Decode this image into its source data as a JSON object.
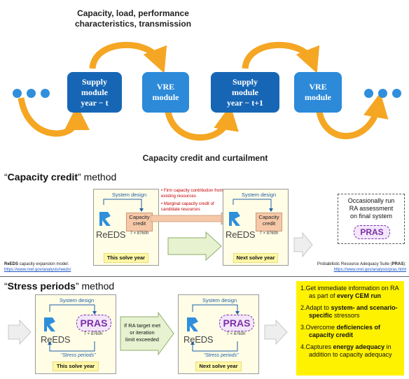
{
  "top": {
    "caption_top_line1": "Capacity, load, performance",
    "caption_top_line2": "characteristics, transmission",
    "caption_bottom": "Capacity credit and curtailment",
    "modules": [
      {
        "line1": "Supply",
        "line2": "module",
        "line3": "year − t"
      },
      {
        "line1": "VRE",
        "line2": "module"
      },
      {
        "line1": "Supply",
        "line2": "module",
        "line3": "year − t+1"
      },
      {
        "line1": "VRE",
        "line2": "module"
      }
    ]
  },
  "cc": {
    "heading_q1": "“",
    "heading_bold": "Capacity credit",
    "heading_rest": "” method",
    "system_design": "System design",
    "reeds": "ReEDS",
    "cc_label1": "Capacity",
    "cc_label2": "credit",
    "dims": "7 × 8760h",
    "this_year": "This solve year",
    "next_year": "Next solve year",
    "bullet1": "Firm capacity contribution from existing resources",
    "bullet2": "Marginal capacity credit of candidate resources",
    "occasional1": "Occasionally run",
    "occasional2": "RA assessment",
    "occasional3": "on final system",
    "pras": "PRAS",
    "reeds_note_bold": "ReEDS",
    "reeds_note_rest": " capacity expansion model:",
    "reeds_url": "https://www.nrel.gov/analysis/reeds/",
    "pras_note_rest": "Probabilistic Resource Adequacy Suite (",
    "pras_note_bold": "PRAS",
    "pras_note_end": "):",
    "pras_url": "https://www.nrel.gov/analysis/pras.html"
  },
  "sp": {
    "heading_q1": "“",
    "heading_bold": "Stress periods",
    "heading_rest": "” method",
    "system_design": "System design",
    "reeds": "ReEDS",
    "pras": "PRAS",
    "dims": "7 × 8760h",
    "stress": "“Stress periods”",
    "this_year": "This solve year",
    "next_year": "Next solve year",
    "arrow_text1": "If RA target met",
    "arrow_text2": "or iteration",
    "arrow_text3": "limit exceeded"
  },
  "benefits": [
    {
      "num": "1.",
      "a": "Get immediate information on RA as part of ",
      "b": "every CEM run",
      "c": ""
    },
    {
      "num": "2.",
      "a": "Adapt to ",
      "b": "system- and scenario-specific",
      "c": " stressors"
    },
    {
      "num": "3.",
      "a": "Overcome ",
      "b": "deficiencies of capacity credit",
      "c": ""
    },
    {
      "num": "4.",
      "a": "Captures ",
      "b": "energy adequacy",
      "c": " in addition to capacity adequacy"
    }
  ],
  "colors": {
    "orange_arrow": "#f5a623",
    "module_dark": "#1766b5",
    "module_light": "#2c8ad9",
    "pras_purple": "#7b2fa6",
    "highlight_yellow": "#fff200"
  }
}
